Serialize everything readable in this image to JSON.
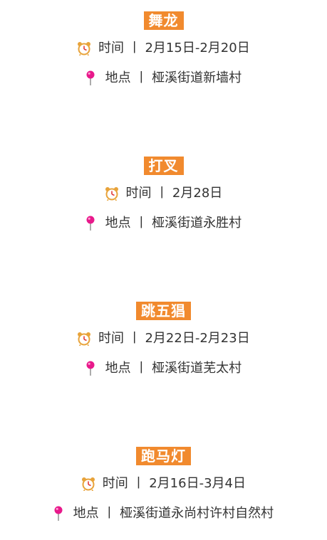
{
  "events": [
    {
      "title": "舞龙",
      "time_label": "时间",
      "time_value": "2月15日-2月20日",
      "place_label": "地点",
      "place_value": "桠溪街道新墙村"
    },
    {
      "title": "打叉",
      "time_label": "时间",
      "time_value": "2月28日",
      "place_label": "地点",
      "place_value": "桠溪街道永胜村"
    },
    {
      "title": "跳五猖",
      "time_label": "时间",
      "time_value": "2月22日-2月23日",
      "place_label": "地点",
      "place_value": "桠溪街道芜太村"
    },
    {
      "title": "跑马灯",
      "time_label": "时间",
      "time_value": "2月16日-3月4日",
      "place_label": "地点",
      "place_value": "桠溪街道永尚村许村自然村"
    }
  ],
  "separator": "丨",
  "icons": {
    "time": "alarm-clock-icon",
    "place": "map-pin-icon"
  },
  "colors": {
    "title_background": "#f18a2e",
    "title_text": "#ffffff",
    "body_text": "#333333",
    "clock_ring": "#e8a33a",
    "clock_hands": "#e23a3a",
    "pin": "#e8198b"
  }
}
